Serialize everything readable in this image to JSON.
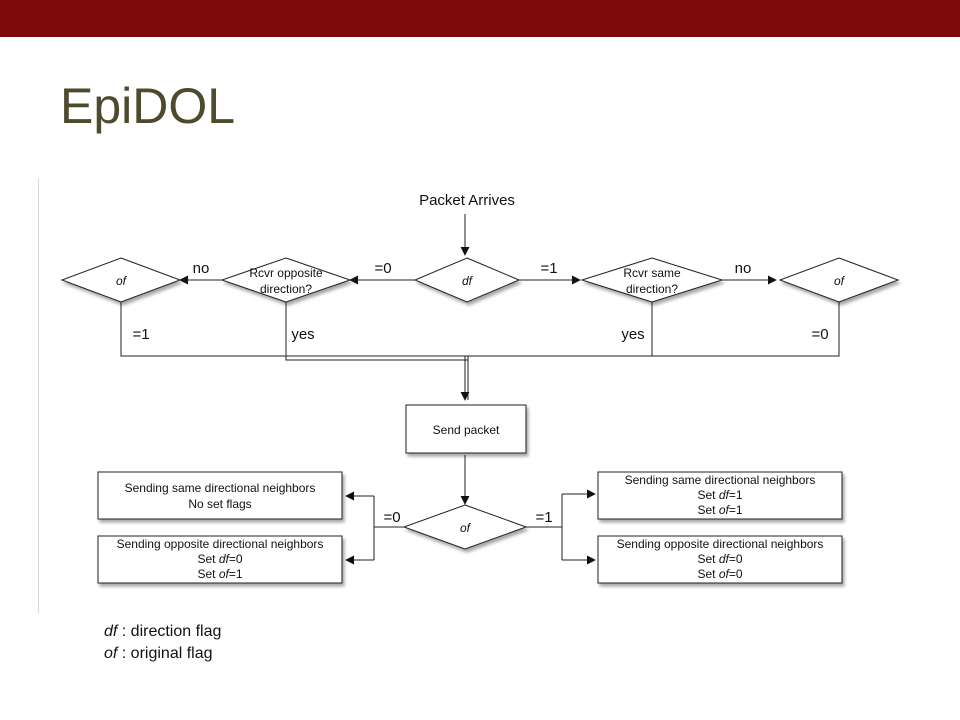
{
  "slide": {
    "title": "EpiDOL"
  },
  "flow": {
    "start": "Packet Arrives",
    "df_label": "df",
    "of_label": "of",
    "left_check": [
      "Rcvr opposite",
      "direction?"
    ],
    "right_check": [
      "Rcvr same",
      "direction?"
    ],
    "edge_df0": "=0",
    "edge_df1": "=1",
    "edge_no": "no",
    "edge_yes": "yes",
    "edge_left_of": "=1",
    "edge_right_of": "=0",
    "send": "Send packet",
    "edge_of0": "=0",
    "edge_of1": "=1",
    "box_tl": [
      "Sending same directional neighbors",
      "No set flags"
    ],
    "box_bl": {
      "line1": "Sending opposite directional neighbors",
      "l2_pre": "Set ",
      "l2_var": "df",
      "l2_val": "=0",
      "l3_pre": "Set ",
      "l3_var": "of",
      "l3_val": "=1"
    },
    "box_tr": {
      "line1": "Sending same directional neighbors",
      "l2_pre": "Set ",
      "l2_var": "df",
      "l2_val": "=1",
      "l3_pre": "Set ",
      "l3_var": "of",
      "l3_val": "=1"
    },
    "box_br": {
      "line1": "Sending opposite directional neighbors",
      "l2_pre": "Set ",
      "l2_var": "df",
      "l2_val": "=0",
      "l3_pre": "Set ",
      "l3_var": "of",
      "l3_val": "=0"
    }
  },
  "legend": {
    "df_term": "df",
    "df_desc": " : direction flag",
    "of_term": "of",
    "of_desc": " : original flag"
  }
}
